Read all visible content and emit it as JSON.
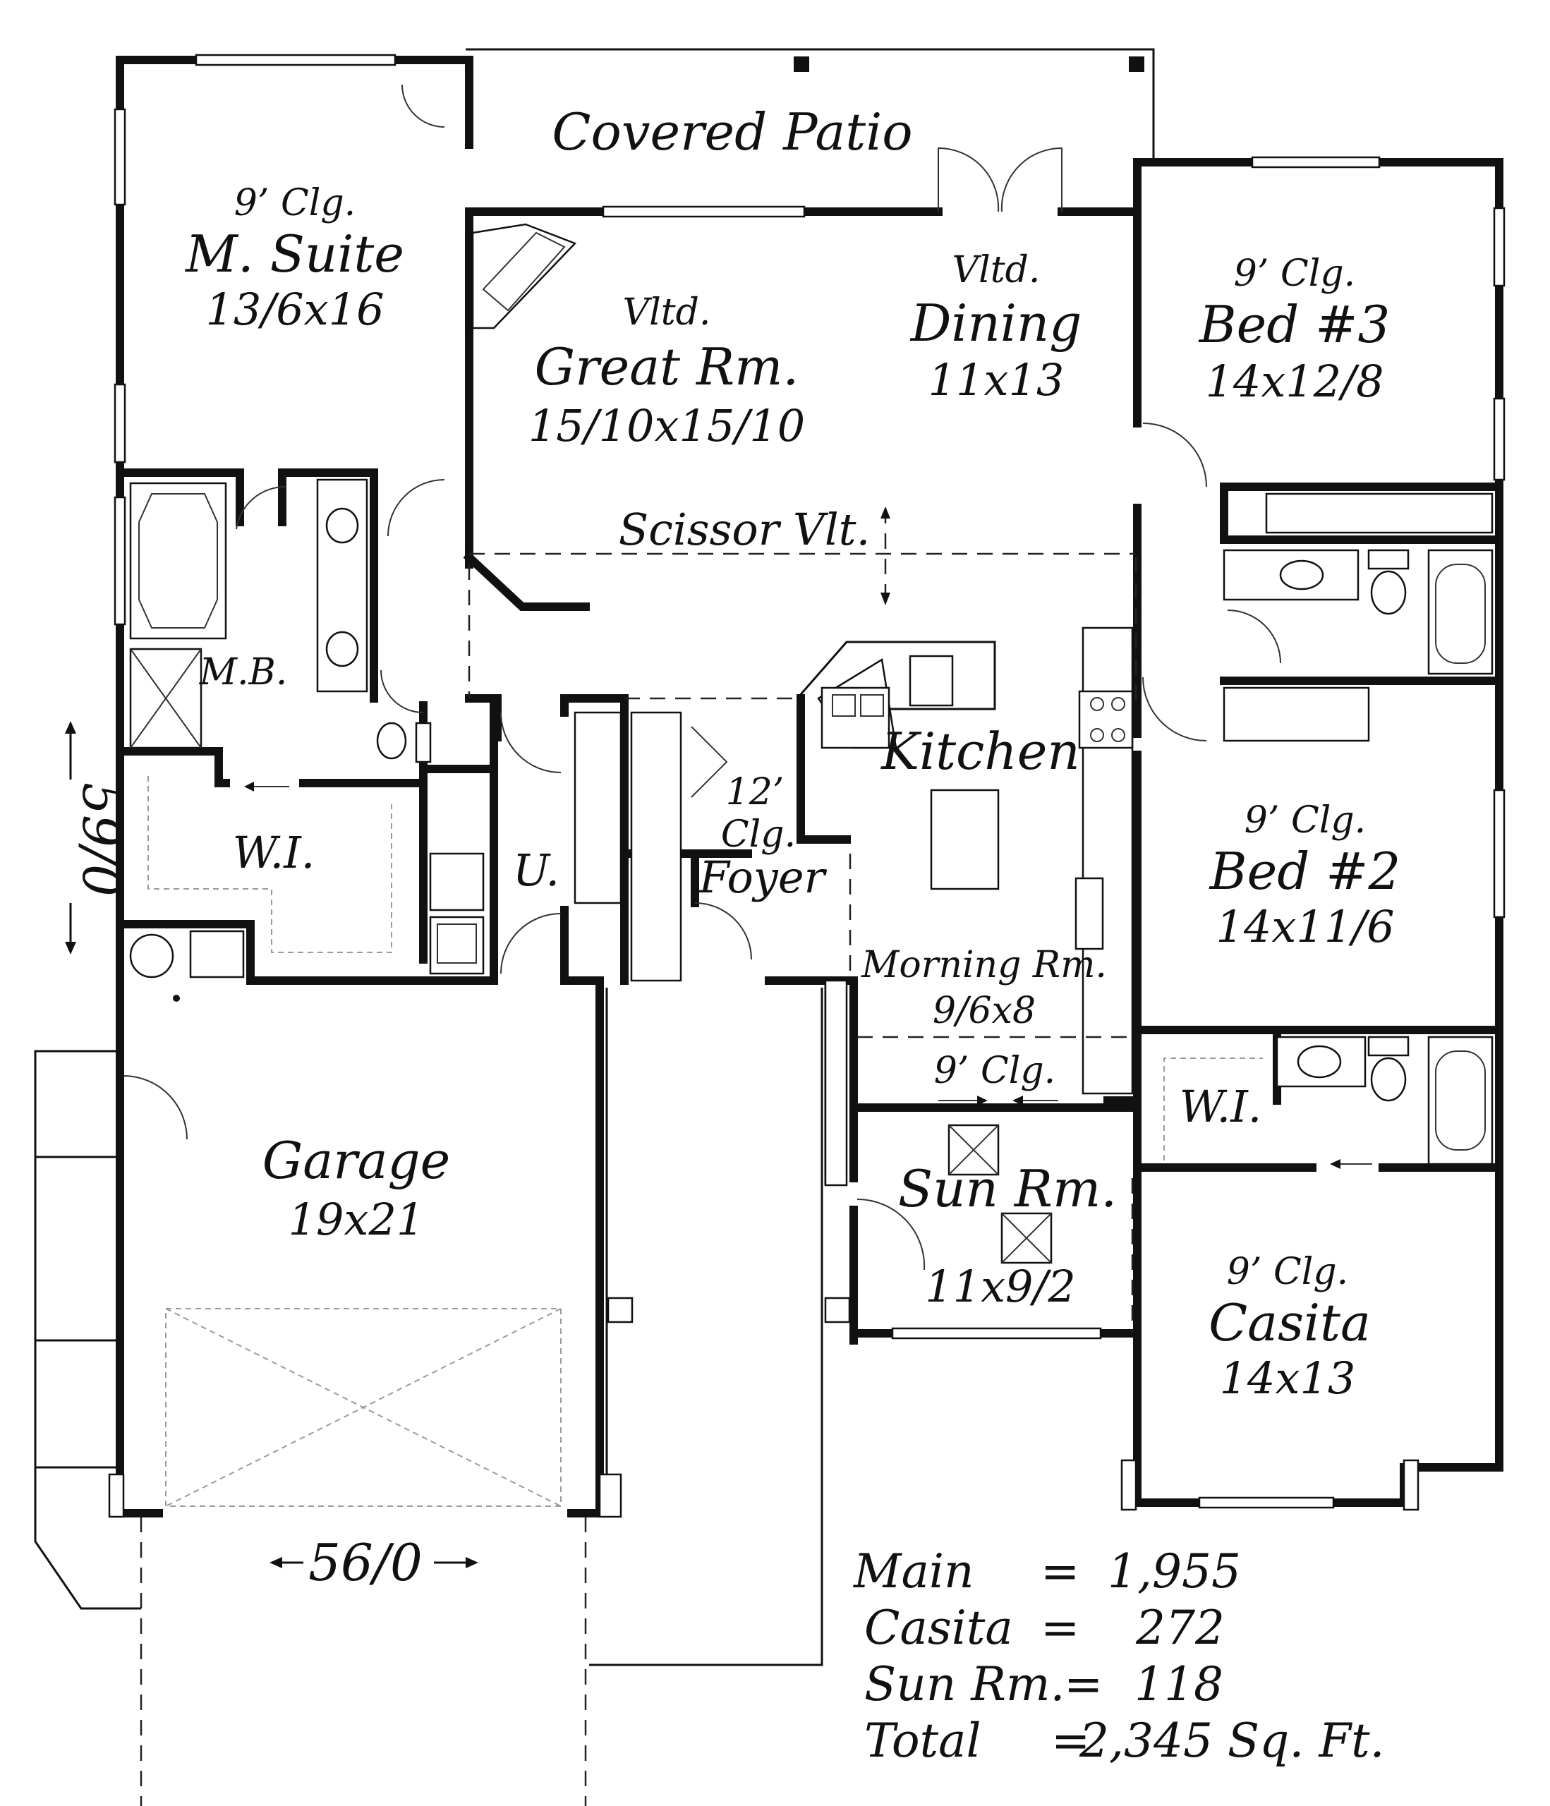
{
  "plan": {
    "patio": "Covered Patio",
    "suite": {
      "ceiling": "9’ Clg.",
      "name": "M. Suite",
      "size": "13/6x16"
    },
    "great": {
      "ceiling": "Vltd.",
      "name": "Great Rm.",
      "size": "15/10x15/10"
    },
    "dining": {
      "ceiling": "Vltd.",
      "name": "Dining",
      "size": "11x13"
    },
    "bed3": {
      "ceiling": "9’ Clg.",
      "name": "Bed #3",
      "size": "14x12/8"
    },
    "scissor": "Scissor Vlt.",
    "mb": "M.B.",
    "kitchen": "Kitchen",
    "wi1": "W.I.",
    "foyer": {
      "ceiling1": "12’",
      "ceiling2": "Clg.",
      "name": "Foyer"
    },
    "utility": "U.",
    "bed2": {
      "ceiling": "9’ Clg.",
      "name": "Bed #2",
      "size": "14x11/6"
    },
    "morning": {
      "name": "Morning Rm.",
      "size": "9/6x8"
    },
    "sun_ceiling": "9’ Clg.",
    "wi2": "W.I.",
    "garage": {
      "name": "Garage",
      "size": "19x21"
    },
    "sun": {
      "name": "Sun Rm.",
      "size": "11x9/2"
    },
    "casita": {
      "ceiling": "9’ Clg.",
      "name": "Casita",
      "size": "14x13"
    },
    "dim_width": "56/0",
    "dim_depth": "59/0"
  },
  "areas": [
    {
      "label": "Main",
      "eq": "=",
      "value": "1,955"
    },
    {
      "label": "Casita",
      "eq": "=",
      "value": "272"
    },
    {
      "label": "Sun Rm.",
      "eq": "=",
      "value": "118"
    },
    {
      "label": "Total",
      "eq": "=",
      "value": "2,345 Sq. Ft."
    }
  ]
}
